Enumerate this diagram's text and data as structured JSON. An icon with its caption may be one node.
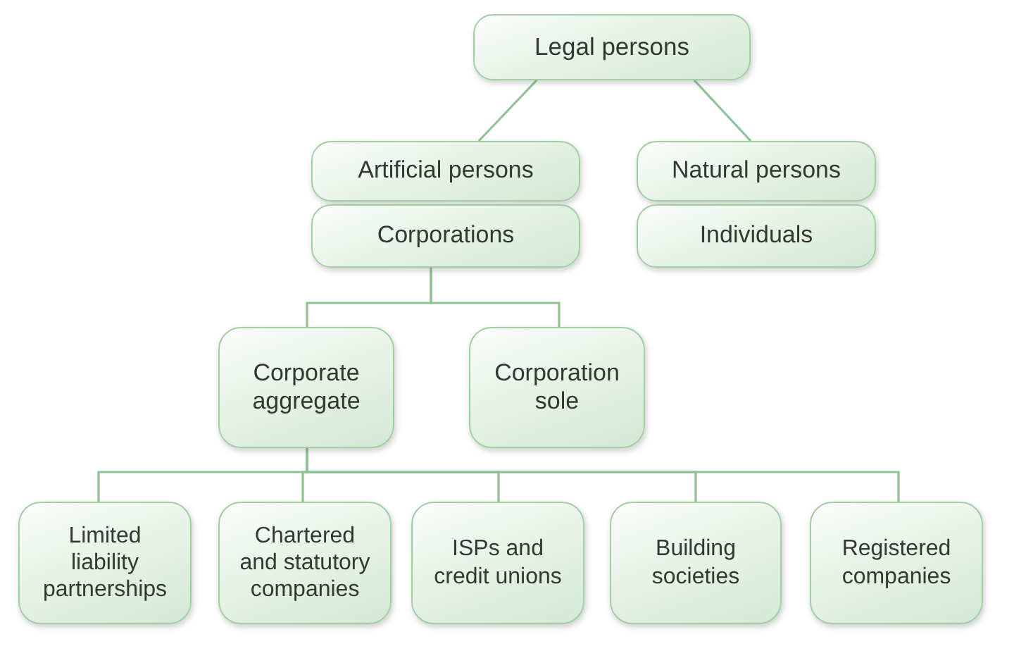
{
  "diagram": {
    "nodes": [
      {
        "text": [
          "Legal persons"
        ]
      },
      {
        "text": [
          "Artificial persons"
        ]
      },
      {
        "text": [
          "Corporations"
        ]
      },
      {
        "text": [
          "Natural persons"
        ]
      },
      {
        "text": [
          "Individuals"
        ]
      },
      {
        "text": [
          "Corporate aggregate"
        ]
      },
      {
        "text": [
          "Corporation sole"
        ]
      },
      {
        "text": [
          "Limited liability partnerships"
        ]
      },
      {
        "text": [
          "Chartered and statutory companies"
        ]
      },
      {
        "text": [
          "ISPs and credit unions"
        ]
      },
      {
        "text": [
          "Building societies"
        ]
      },
      {
        "text": [
          "Registered companies"
        ]
      }
    ],
    "edges": [
      {
        "from": 0,
        "to": 1,
        "arrow": "none"
      },
      {
        "from": 0,
        "to": 3,
        "arrow": "none"
      },
      {
        "from": 2,
        "to": 5,
        "arrow": "none"
      },
      {
        "from": 2,
        "to": 6,
        "arrow": "none"
      },
      {
        "from": 5,
        "to": 7,
        "arrow": "none"
      },
      {
        "from": 5,
        "to": 8,
        "arrow": "none"
      },
      {
        "from": 5,
        "to": 9,
        "arrow": "none"
      },
      {
        "from": 5,
        "to": 10,
        "arrow": "none"
      },
      {
        "from": 5,
        "to": 11,
        "arrow": "none"
      }
    ]
  }
}
